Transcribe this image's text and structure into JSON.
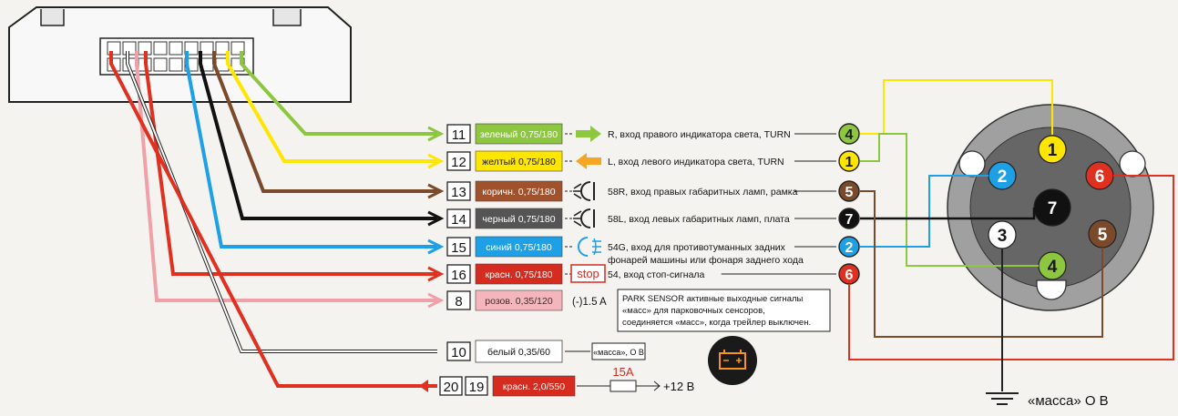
{
  "rows": [
    {
      "pin": "11",
      "wire_label": "зеленый 0,75/180",
      "wire_color": "#8dc63f",
      "label_bg": "#8dc63f",
      "label_fg": "#ffffff",
      "description": [
        "R, вход правого индикатора света, TURN"
      ],
      "conn_pin": "4",
      "conn_color": "#8dc63f",
      "conn_fg": "#1a1a1a",
      "icon": "right-arrow"
    },
    {
      "pin": "12",
      "wire_label": "желтый 0,75/180",
      "wire_color": "#ffe600",
      "label_bg": "#ffe600",
      "label_fg": "#1a1a1a",
      "description": [
        "L, вход левого индикатора света, TURN"
      ],
      "conn_pin": "1",
      "conn_color": "#ffe600",
      "conn_fg": "#1a1a1a",
      "icon": "left-arrow"
    },
    {
      "pin": "13",
      "wire_label": "коричн. 0,75/180",
      "wire_color": "#7a4a2b",
      "label_bg": "#a0522d",
      "label_fg": "#ffffff",
      "description": [
        "58R, вход правых габаритных ламп, рамка"
      ],
      "conn_pin": "5",
      "conn_color": "#7a4a2b",
      "conn_fg": "#ffffff",
      "icon": "parking-light"
    },
    {
      "pin": "14",
      "wire_label": "черный 0,75/180",
      "wire_color": "#111111",
      "label_bg": "#555555",
      "label_fg": "#ffffff",
      "description": [
        "58L, вход левых габаритных ламп, плата"
      ],
      "conn_pin": "7",
      "conn_color": "#111111",
      "conn_fg": "#ffffff",
      "icon": "parking-light"
    },
    {
      "pin": "15",
      "wire_label": "синий 0,75/180",
      "wire_color": "#1ea0e6",
      "label_bg": "#1ea0e6",
      "label_fg": "#ffffff",
      "description": [
        "54G, вход для противотуманных задних",
        "фонарей машины или фонаря заднего хода"
      ],
      "conn_pin": "2",
      "conn_color": "#1ea0e6",
      "conn_fg": "#ffffff",
      "icon": "fog-light"
    },
    {
      "pin": "16",
      "wire_label": "красн. 0,75/180",
      "wire_color": "#e03020",
      "label_bg": "#d62b1f",
      "label_fg": "#ffffff",
      "description": [
        "54, вход стоп-сигнала"
      ],
      "conn_pin": "6",
      "conn_color": "#e03020",
      "conn_fg": "#ffffff",
      "icon": "stop"
    },
    {
      "pin": "8",
      "wire_label": "розов. 0,35/120",
      "wire_color": "#f0a0a8",
      "label_bg": "#f4b6bc",
      "label_fg": "#333333",
      "description": [],
      "conn_pin": "",
      "conn_color": "",
      "conn_fg": "",
      "icon": ""
    }
  ],
  "stop_text": "stop",
  "current_label": "(-)1.5 A",
  "park_note": [
    "PARK SENSOR активные выходные сигналы",
    "«масс» для парковочных сенсоров,",
    "соединяется «масс», когда трейлер выключен."
  ],
  "white_wire": {
    "pin": "10",
    "label": "белый 0,35/60",
    "ground_box": "«масса», О В"
  },
  "power": {
    "pins": [
      "20",
      "19"
    ],
    "label": "красн. 2,0/550",
    "fuse": "15A",
    "voltage": "+12 В"
  },
  "ground_label": "«масса» О В",
  "socket": {
    "pins": [
      {
        "num": "1",
        "color": "#ffe600",
        "fg": "#1a1a1a"
      },
      {
        "num": "2",
        "color": "#1ea0e6",
        "fg": "#ffffff"
      },
      {
        "num": "6",
        "color": "#e03020",
        "fg": "#ffffff"
      },
      {
        "num": "7",
        "color": "#111111",
        "fg": "#ffffff"
      },
      {
        "num": "3",
        "color": "#ffffff",
        "fg": "#1a1a1a"
      },
      {
        "num": "5",
        "color": "#7a4a2b",
        "fg": "#ffffff"
      },
      {
        "num": "4",
        "color": "#8dc63f",
        "fg": "#1a1a1a"
      }
    ]
  },
  "icons": {
    "module": "control-module-icon",
    "battery": "battery-icon",
    "ground": "ground-icon",
    "fuse": "fuse-icon"
  }
}
